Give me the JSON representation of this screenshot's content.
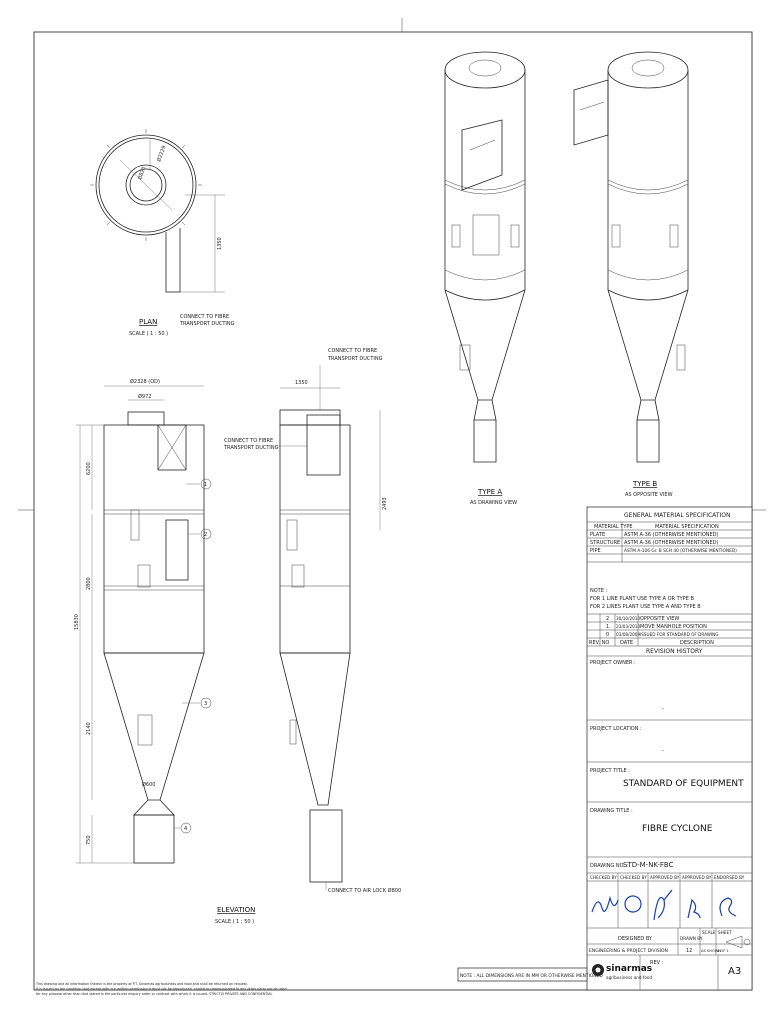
{
  "plan": {
    "title": "PLAN",
    "scale": "SCALE ( 1 : 50 )",
    "connect_label_1": "CONNECT TO FIBRE",
    "connect_label_2": "TRANSPORT DUCTING",
    "dim_outer": "Ø2229",
    "dim_inner": "Ø820",
    "dim_offset": "1350"
  },
  "elevation": {
    "title": "ELEVATION",
    "scale": "SCALE ( 1 : 50 )",
    "dia_top": "Ø2328 (OD)",
    "dia_pipe": "Ø972",
    "dia_bottom": "Ø600",
    "h1": "6200",
    "h2": "2800",
    "h3": "2140",
    "h4": "750",
    "h_total": "15830",
    "side_top": "1350",
    "side_h": "2493",
    "connect_top_1": "CONNECT TO FIBRE",
    "connect_top_2": "TRANSPORT DUCTING",
    "connect_mid_1": "CONNECT TO FIBRE",
    "connect_mid_2": "TRANSPORT DUCTING",
    "connect_air": "CONNECT TO AIR LOCK Ø800",
    "callouts": [
      "1",
      "2",
      "3",
      "4"
    ]
  },
  "iso": {
    "type_a": "TYPE A",
    "type_a_sub": "AS DRAWING VIEW",
    "type_b": "TYPE B",
    "type_b_sub": "AS OPPOSITE VIEW"
  },
  "spec": {
    "title": "GENERAL MATERIAL SPECIFICATION",
    "headers": [
      "MATERIAL TYPE",
      "MATERIAL SPECIFICATION"
    ],
    "rows": [
      [
        "PLATE",
        "ASTM A-36 (OTHERWISE MENTIONED)"
      ],
      [
        "STRUCTURE",
        "ASTM A-36 (OTHERWISE MENTIONED)"
      ],
      [
        "PIPE",
        "ASTM A-106 Gr. B SCH 40 (OTHERWISE MENTIONED)"
      ]
    ]
  },
  "notes": {
    "title": "NOTE :",
    "line1": "FOR 1 LINE PLANT USE TYPE A OR TYPE B",
    "line2": "FOR 2 LINES PLANT USE TYPE A AND TYPE B"
  },
  "revisions": {
    "title": "REVISION HISTORY",
    "headers": [
      "REV. NO",
      "DATE",
      "DESCRIPTION"
    ],
    "rows": [
      [
        "2",
        "30/10/2010",
        "OPPOSITE VIEW"
      ],
      [
        "1",
        "23/03/2010",
        "MOVE MANHOLE POSITION"
      ],
      [
        "0",
        "03/08/2009",
        "ISSUED FOR STANDARD OF DRAWING"
      ]
    ]
  },
  "title_block": {
    "owner_label": "PROJECT OWNER :",
    "owner_value": "-",
    "location_label": "PROJECT LOCATION :",
    "location_value": "-",
    "project_title_label": "PROJECT TITLE :",
    "project_title": "STANDARD OF EQUIPMENT",
    "drawing_title_label": "DRAWING TITLE :",
    "drawing_title": "FIBRE CYCLONE",
    "drawing_no_label": "DRAWING NO. :",
    "drawing_no": "STD-M-NK-FBC",
    "sign_headers": [
      "CHECKED BY",
      "CHECKED BY",
      "APPROVED BY",
      "APPROVED BY",
      "ENDORSED BY"
    ],
    "designed_by": "DESIGNED BY",
    "drawn_by": "DRAWN BY",
    "scale_label": "SCALE",
    "sheet_label": "SHEET",
    "division": "ENGINEERING & PROJECT DIVISION",
    "drawn_code": "12",
    "scale_value": "AS SHOWN",
    "sheet_value": "1 OF 1",
    "company": "sinarmas",
    "company_sub": "agribusiness and food",
    "rev_label": "REV :",
    "size": "A3",
    "note_bottom": "NOTE : ALL DIMENSIONS ARE IN MM OR OTHERWISE MENTIONED"
  },
  "disclaimer": [
    "This drawing and all information therein is the property of P.T. Sinarmas agribusiness and food and shall be returned on request.",
    "It is issued on the condition that except with our written permission it must not be reproduced, copied or communicated to any other party nor be used",
    "for any purpose other than that stated in the particular enquiry order or contract with which it is issued. STRICTLY PRIVATE AND CONFIDENTIAL"
  ]
}
